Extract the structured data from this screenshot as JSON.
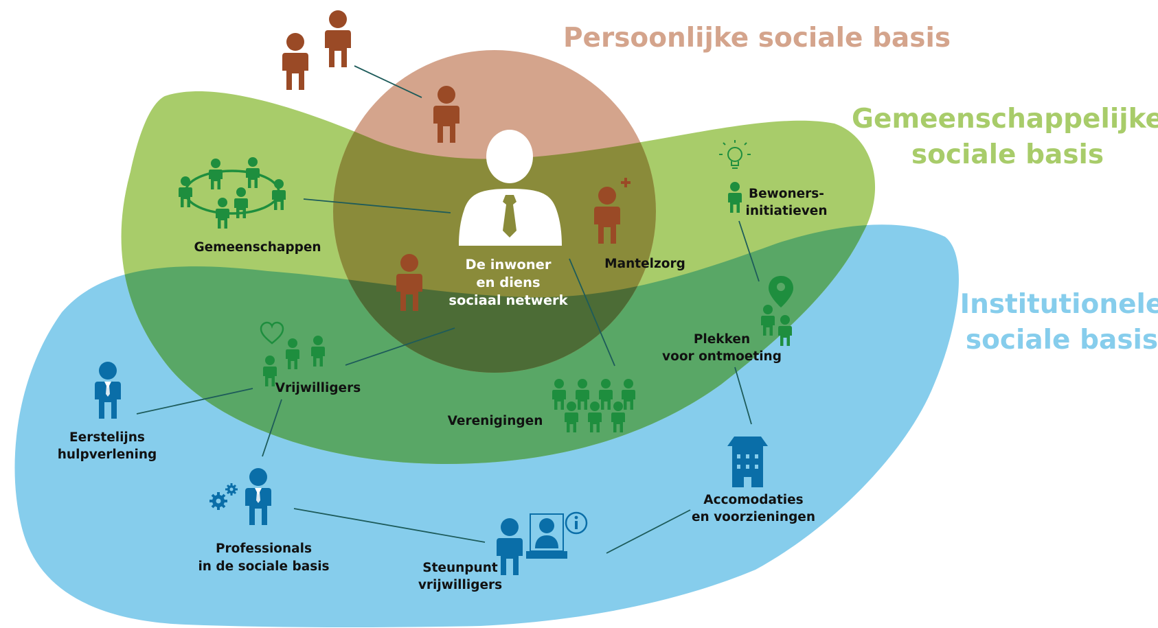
{
  "titles": {
    "personal": "Persoonlijke sociale basis",
    "communal_line1": "Gemeenschappelijke",
    "communal_line2": "sociale basis",
    "institutional_line1": "Institutionele",
    "institutional_line2": "sociale basis"
  },
  "center": {
    "line1": "De inwoner",
    "line2": "en diens",
    "line3": "sociaal netwerk"
  },
  "labels": {
    "mantelzorg": "Mantelzorg",
    "gemeenschappen": "Gemeenschappen",
    "bewoners_line1": "Bewoners-",
    "bewoners_line2": "initiatieven",
    "plekken_line1": "Plekken",
    "plekken_line2": "voor ontmoeting",
    "vrijwilligers": "Vrijwilligers",
    "verenigingen": "Verenigingen",
    "eerstelijns_line1": "Eerstelijns",
    "eerstelijns_line2": "hulpverlening",
    "professionals_line1": "Professionals",
    "professionals_line2": "in de sociale basis",
    "steunpunt_line1": "Steunpunt",
    "steunpunt_line2": "vrijwilligers",
    "accomodaties_line1": "Accomodaties",
    "accomodaties_line2": "en voorzieningen"
  },
  "colors": {
    "personal_circle": "#d4a48c",
    "personal_title": "#d4a48c",
    "communal_area": "#a8cc6a",
    "communal_title": "#a8cc6a",
    "institutional_area": "#86cdec",
    "institutional_title": "#86cdec",
    "brown_person": "#9a4a26",
    "green_person": "#1e8e3e",
    "blue_person": "#0a6ea8",
    "line": "#1d5b5a"
  },
  "icons": [
    "person-icon",
    "heart-icon",
    "lightbulb-icon",
    "map-pin-icon",
    "plus-icon",
    "gears-icon",
    "info-icon",
    "building-icon"
  ]
}
